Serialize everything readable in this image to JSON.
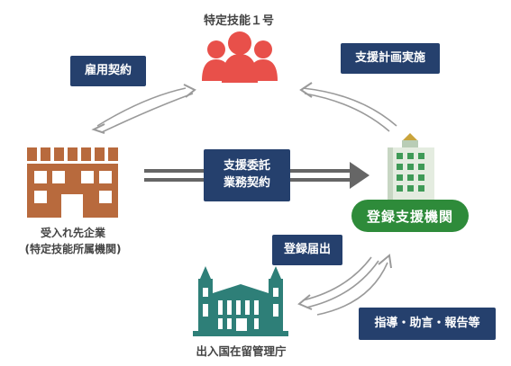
{
  "nodes": {
    "worker": "特定技能１号",
    "company_line1": "受入れ先企業",
    "company_line2": "(特定技能所属機関)",
    "support_org": "登録支援機関",
    "immigration": "出入国在留管理庁"
  },
  "edge_labels": {
    "employment": "雇用契約",
    "support_plan": "支援計画実施",
    "consign_line1": "支援委託",
    "consign_line2": "業務契約",
    "registration": "登録届出",
    "guidance": "指導・助言・報告等"
  },
  "colors": {
    "person": "#e8504a",
    "navy_box": "#25406d",
    "brick": "#b86a3d",
    "green_pill": "#2e8b3a",
    "teal_building": "#2e7f78",
    "arrow_gray": "#9a9a9a"
  }
}
